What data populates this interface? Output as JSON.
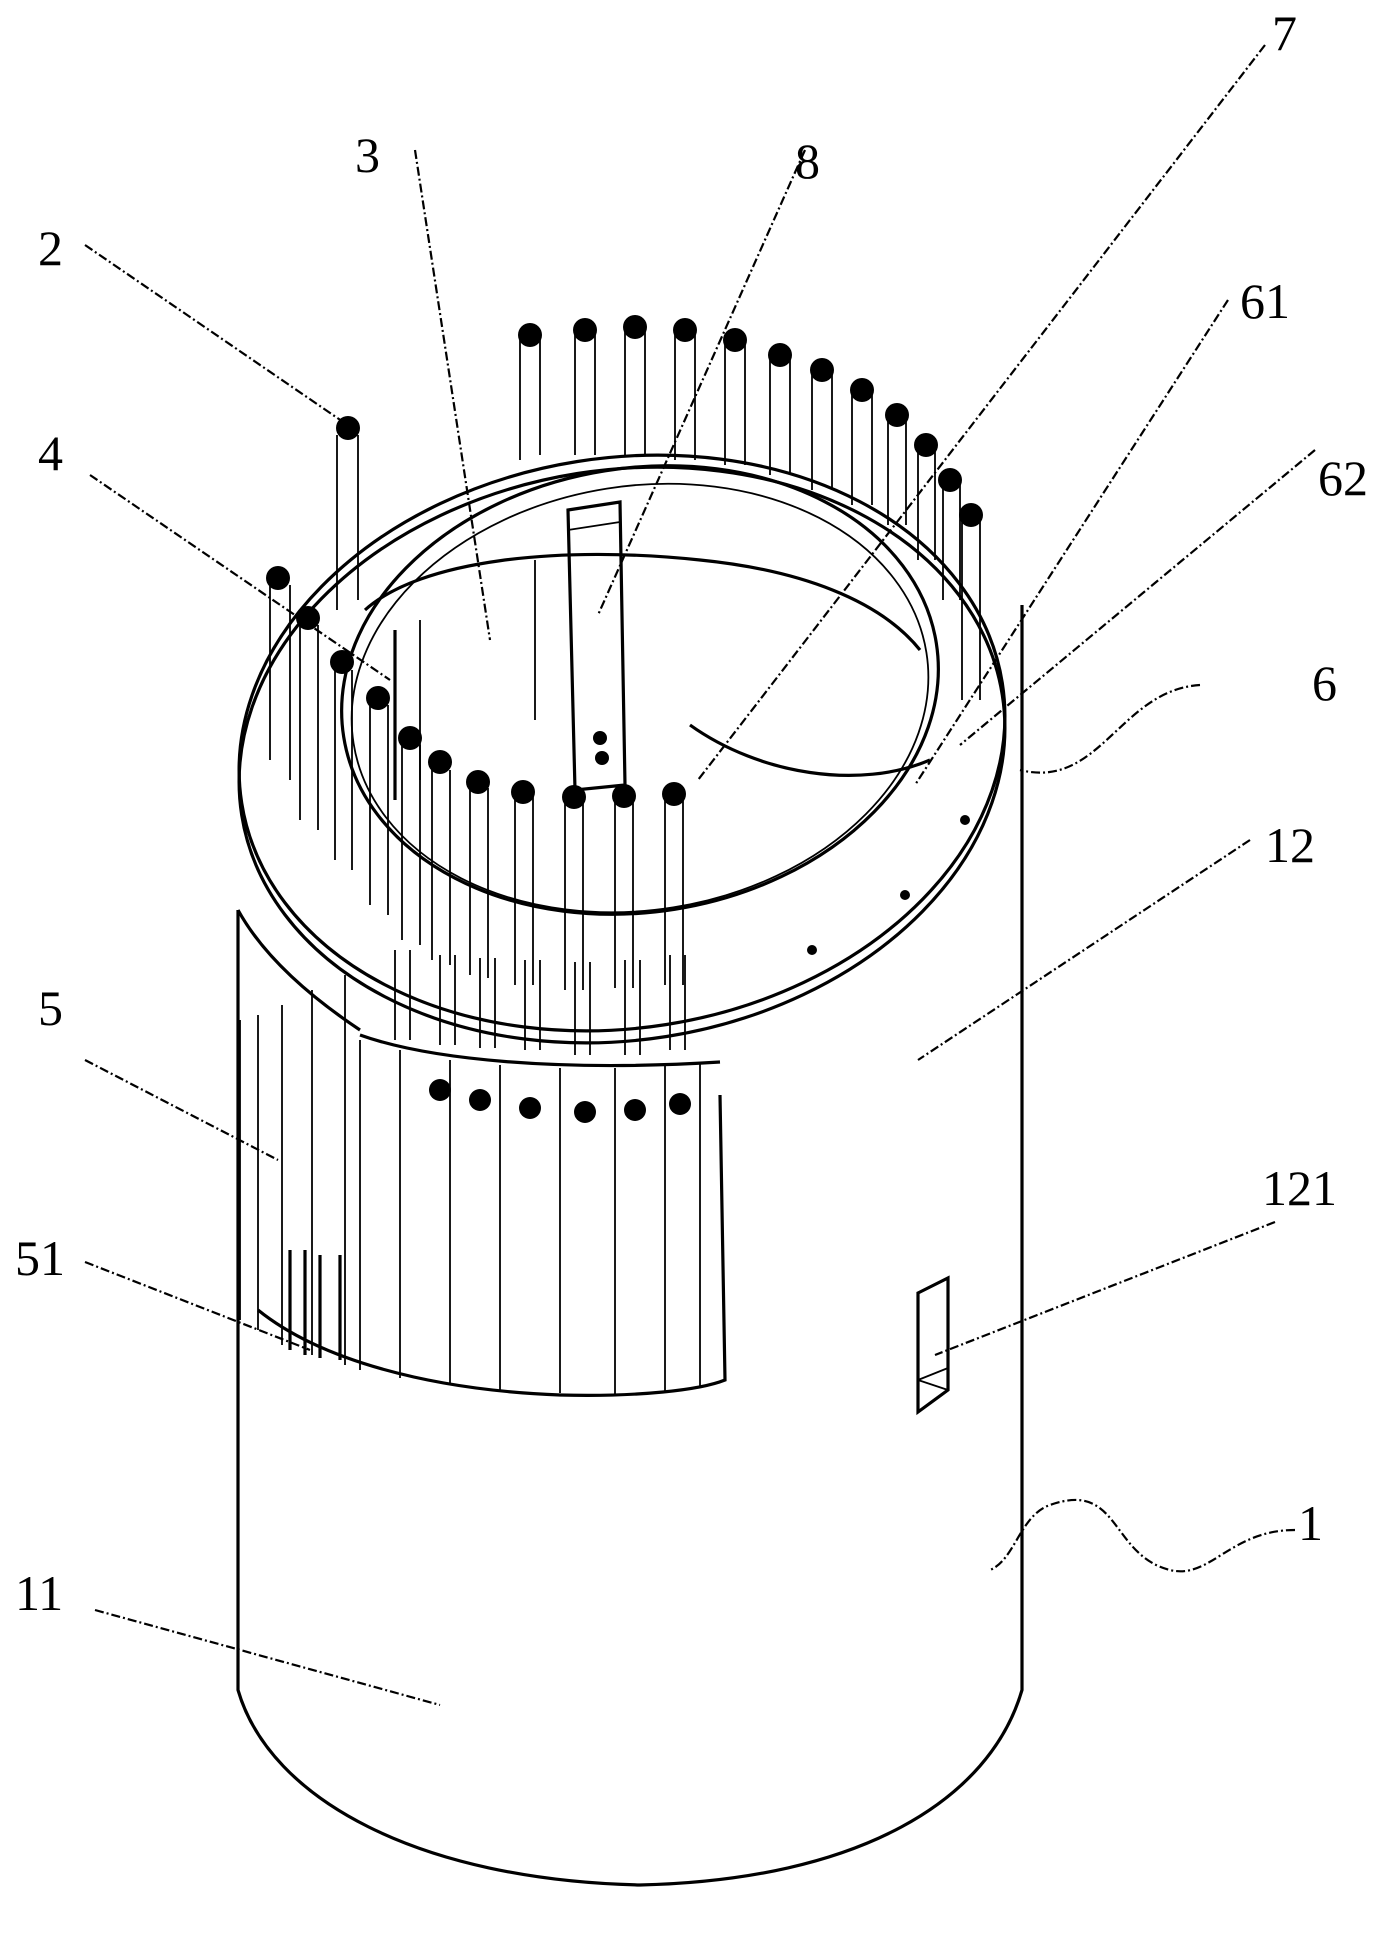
{
  "labels": {
    "l2": "2",
    "l3": "3",
    "l8": "8",
    "l7": "7",
    "l61": "61",
    "l4": "4",
    "l62": "62",
    "l6": "6",
    "l12": "12",
    "l5": "5",
    "l121": "121",
    "l51": "51",
    "l1": "1",
    "l11": "11"
  },
  "colors": {
    "line": "#000000",
    "background": "#ffffff"
  }
}
